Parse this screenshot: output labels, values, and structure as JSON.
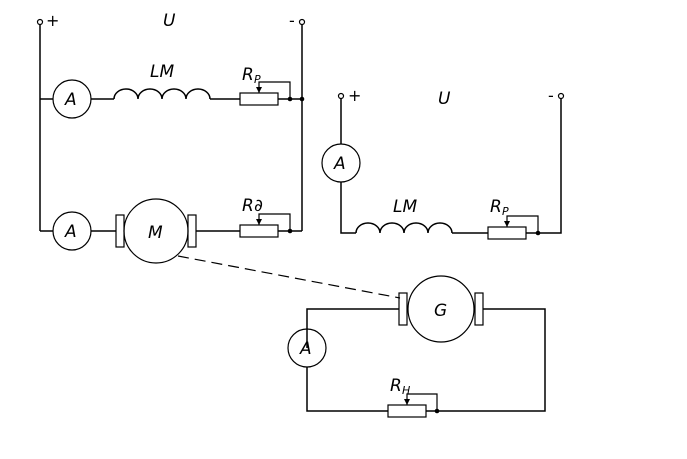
{
  "circuit_1": {
    "plus": "+",
    "voltage": "U",
    "minus": "-",
    "field_winding": "LM",
    "field_rheostat": {
      "letter": "R",
      "sub": "P"
    },
    "armature_rheostat": {
      "letter": "R",
      "sub": "∂"
    },
    "ammeter_field": "A",
    "ammeter_armature": "A",
    "motor": "M"
  },
  "circuit_2": {
    "plus": "+",
    "voltage": "U",
    "minus": "-",
    "ammeter": "A",
    "field_winding": "LM",
    "field_rheostat": {
      "letter": "R",
      "sub": "P"
    }
  },
  "circuit_3": {
    "generator": "G",
    "ammeter": "A",
    "load_rheostat": {
      "letter": "R",
      "sub": "H"
    }
  }
}
